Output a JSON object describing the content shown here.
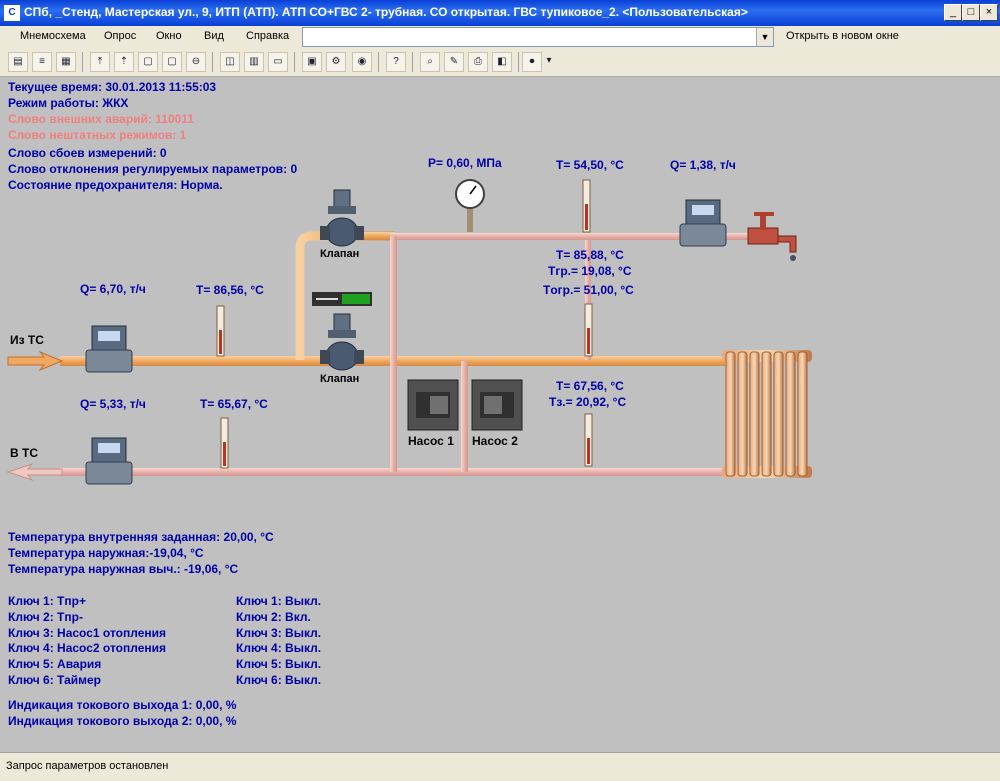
{
  "window": {
    "title": "СПб, _Стенд, Мастерская ул., 9, ИТП (АТП). АТП СО+ГВС 2- трубная. СО открытая. ГВС тупиковое_2. <Пользовательская>"
  },
  "menu": [
    "Мнемосхема",
    "Опрос",
    "Окно",
    "Вид",
    "Справка"
  ],
  "open_new_window": "Открыть в новом окне",
  "info": {
    "time": "Текущее время: 30.01.2013 11:55:03",
    "mode": "Режим работы: ЖКХ",
    "ext_alarms": "Слово внешних аварий: 110011",
    "abnormal": "Слово нештатных режимов: 1",
    "meas_faults": "Слово сбоев измерений: 0",
    "param_dev": "Слово отклонения регулируемых параметров: 0",
    "fuse": "Состояние предохранителя: Норма."
  },
  "scheme": {
    "p_gauge": "P= 0,60, МПа",
    "t_hot": "T= 54,50, °C",
    "q_hot": "Q= 1,38, т/ч",
    "t_mid": "T= 85,88, °C",
    "t_gr": "Tгр.= 19,08, °C",
    "t_ogr": "Tогр.= 51,00, °C",
    "q_in": "Q= 6,70, т/ч",
    "t_in": "T= 86,56, °C",
    "q_out": "Q= 5,33, т/ч",
    "t_out": "T= 65,67, °C",
    "t_ret": "T= 67,56, °C",
    "t_z": "Tз.= 20,92, °C",
    "from_ts": "Из ТС",
    "to_ts": "В ТС",
    "valve1": "Клапан",
    "valve2": "Клапан",
    "pump1": "Насос 1",
    "pump2": "Насос 2"
  },
  "temps": {
    "inner_set": "Температура внутренняя заданная: 20,00, °C",
    "outer": "Температура наружная:-19,04, °C",
    "outer_calc": "Температура наружная выч.: -19,06, °C"
  },
  "keys_left": [
    "Ключ 1: Tпр+",
    "Ключ 2: Tпр-",
    "Ключ 3: Насос1 отопления",
    "Ключ 4: Насос2 отопления",
    "Ключ 5: Авария",
    "Ключ 6: Таймер"
  ],
  "keys_right": [
    "Ключ 1: Выкл.",
    "Ключ 2: Вкл.",
    "Ключ 3: Выкл.",
    "Ключ 4: Выкл.",
    "Ключ 5: Выкл.",
    "Ключ 6: Выкл."
  ],
  "outputs": {
    "out1": "Индикация токового выхода 1: 0,00, %",
    "out2": "Индикация токового выхода 2: 0,00, %"
  },
  "status": "Запрос параметров остановлен",
  "colors": {
    "text": "#0000aa",
    "alarm_text": "#f08080",
    "pipe": "#f0b070",
    "pipe_light": "#e8b0a8",
    "bg": "#c0c0c0"
  }
}
